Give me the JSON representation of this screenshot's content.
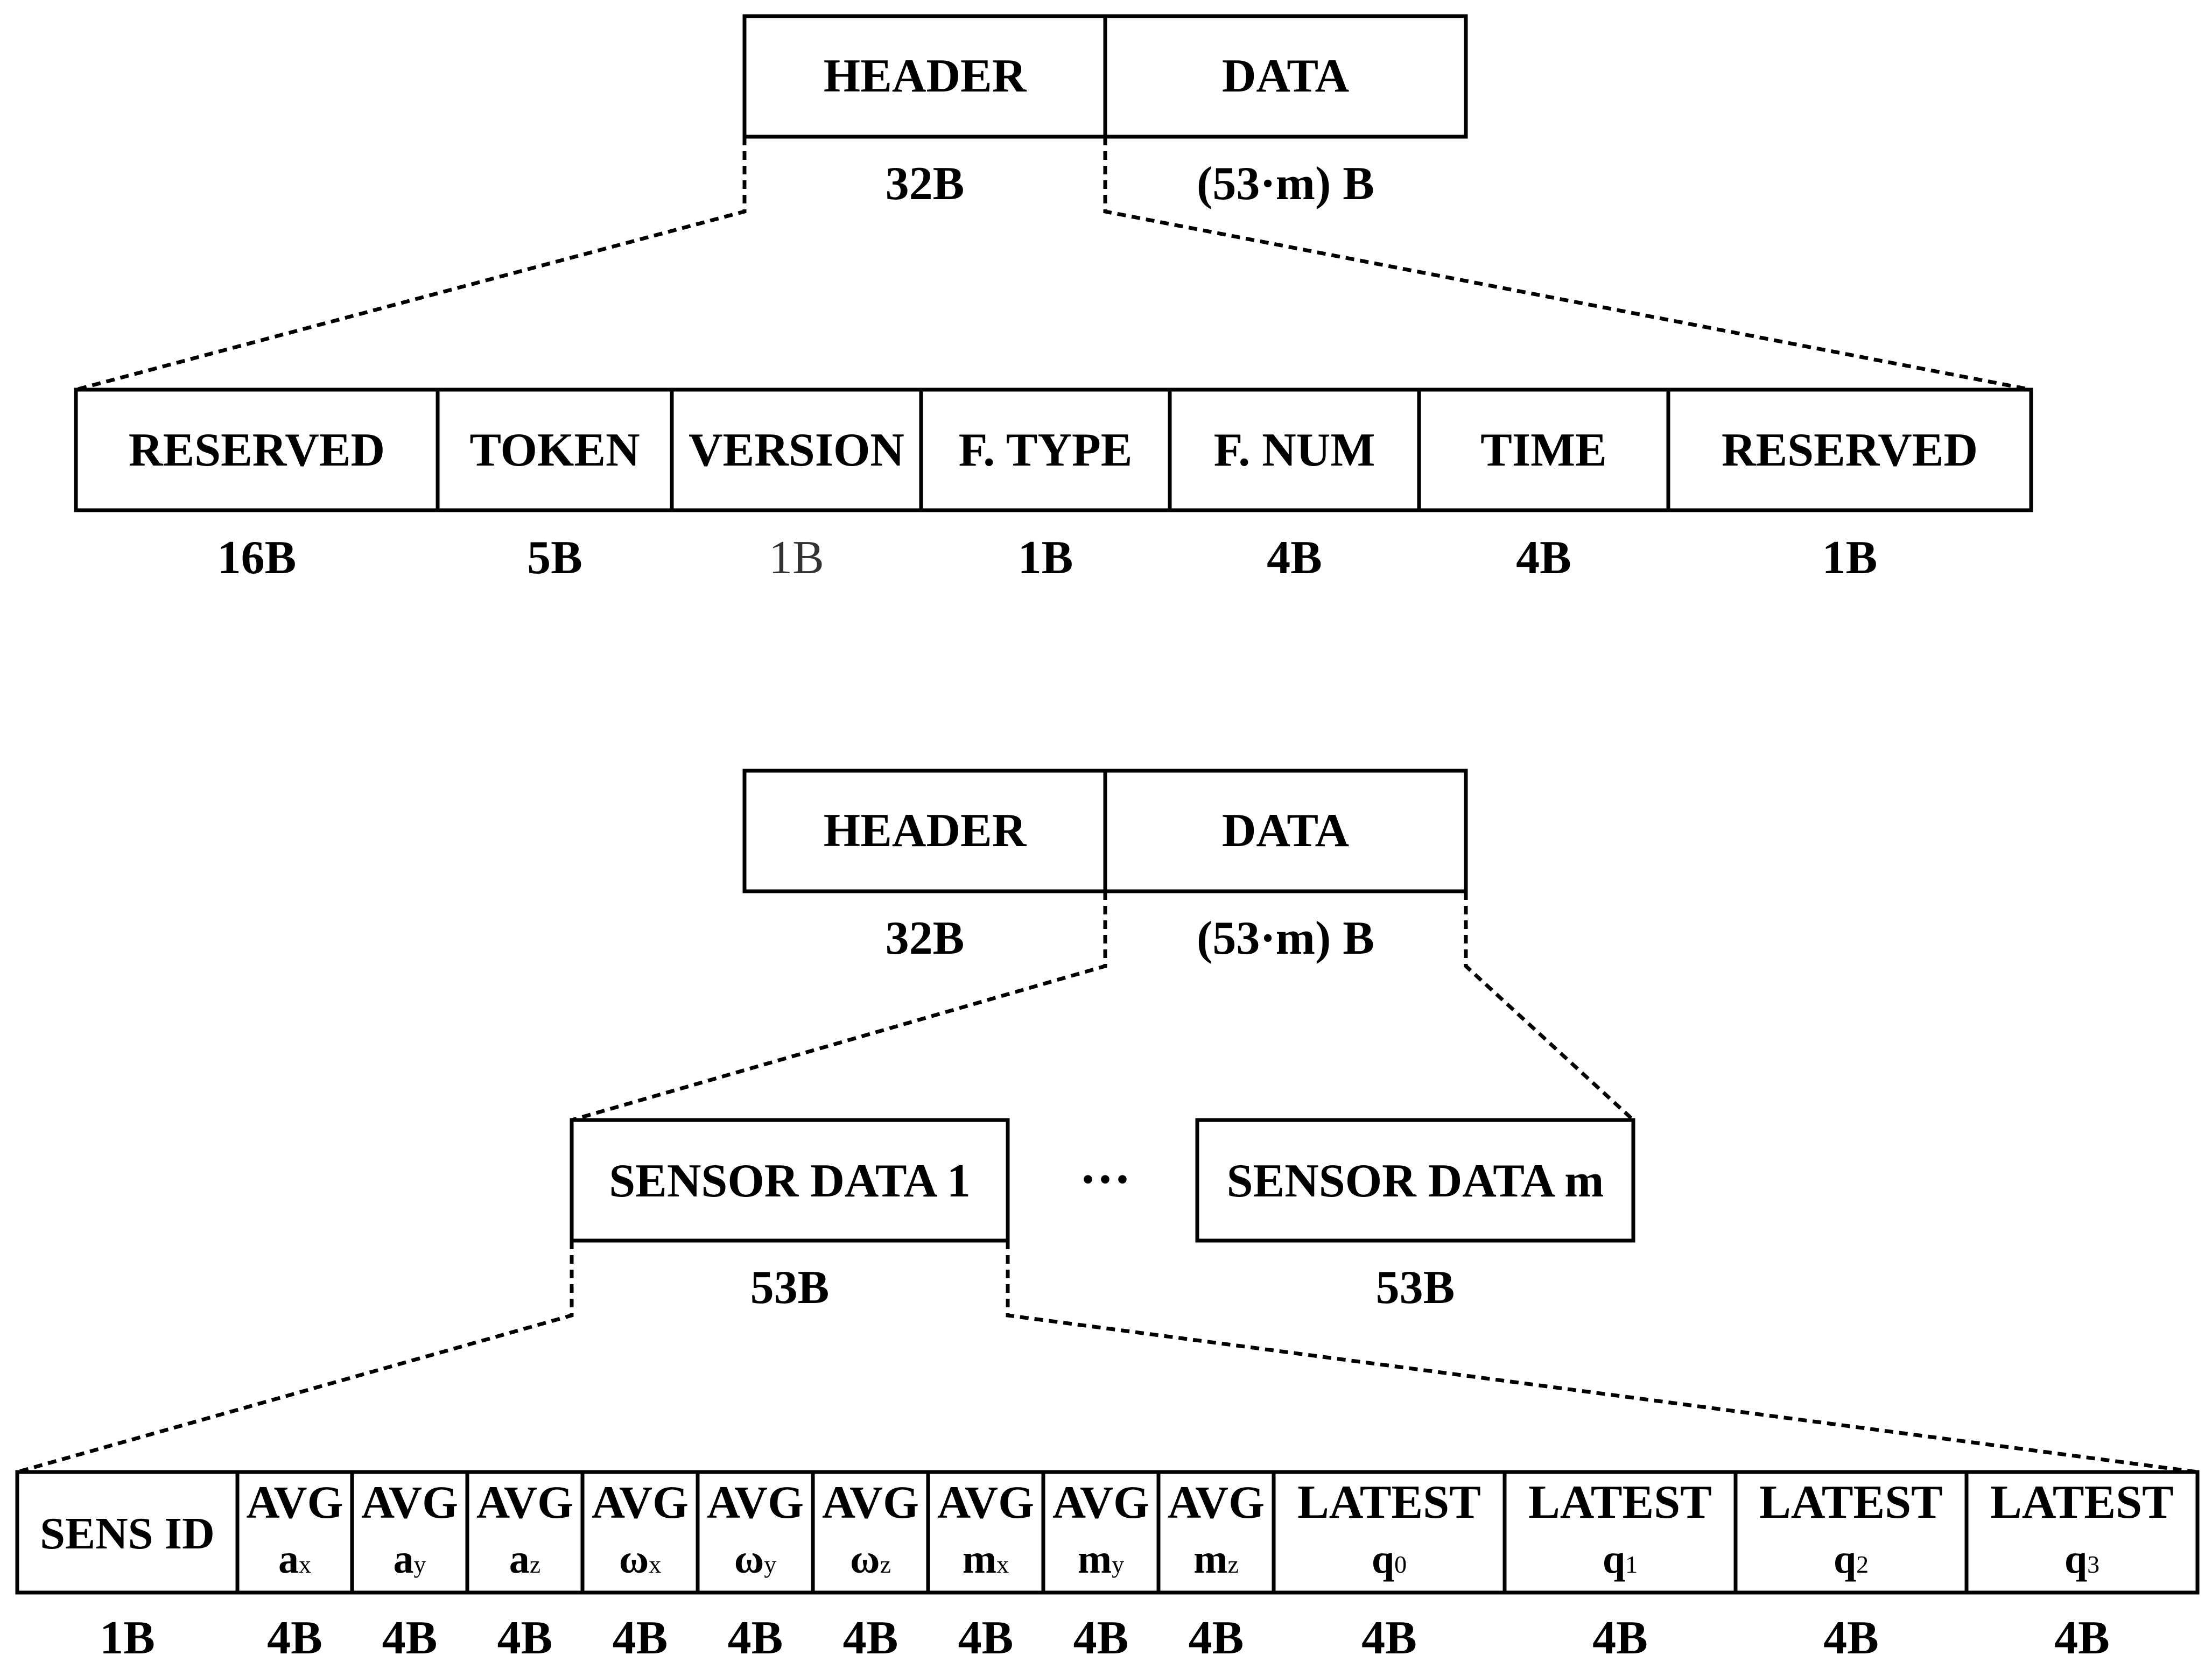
{
  "packet_top": {
    "header": {
      "label": "HEADER",
      "size": "32B"
    },
    "data": {
      "label": "DATA",
      "size": "(53·m) B"
    }
  },
  "header_fields": [
    {
      "label": "RESERVED",
      "size": "16B"
    },
    {
      "label": "TOKEN",
      "size": "5B"
    },
    {
      "label": "VERSION",
      "size": "1B"
    },
    {
      "label": "F. TYPE",
      "size": "1B"
    },
    {
      "label": "F. NUM",
      "size": "4B"
    },
    {
      "label": "TIME",
      "size": "4B"
    },
    {
      "label": "RESERVED",
      "size": "1B"
    }
  ],
  "packet_bottom": {
    "header": {
      "label": "HEADER",
      "size": "32B"
    },
    "data": {
      "label": "DATA",
      "size": "(53·m) B"
    }
  },
  "sensor_blocks": {
    "first": {
      "label": "SENSOR DATA 1",
      "size": "53B"
    },
    "ellipsis": "···",
    "last": {
      "label": "SENSOR DATA m",
      "size": "53B"
    }
  },
  "sensor_fields": [
    {
      "line1": "SENS ID",
      "line2": "",
      "sub": "",
      "size": "1B"
    },
    {
      "line1": "AVG",
      "line2": "a",
      "sub": "x",
      "size": "4B"
    },
    {
      "line1": "AVG",
      "line2": "a",
      "sub": "y",
      "size": "4B"
    },
    {
      "line1": "AVG",
      "line2": "a",
      "sub": "z",
      "size": "4B"
    },
    {
      "line1": "AVG",
      "line2": "ω",
      "sub": "x",
      "size": "4B"
    },
    {
      "line1": "AVG",
      "line2": "ω",
      "sub": "y",
      "size": "4B"
    },
    {
      "line1": "AVG",
      "line2": "ω",
      "sub": "z",
      "size": "4B"
    },
    {
      "line1": "AVG",
      "line2": "m",
      "sub": "x",
      "size": "4B"
    },
    {
      "line1": "AVG",
      "line2": "m",
      "sub": "y",
      "size": "4B"
    },
    {
      "line1": "AVG",
      "line2": "m",
      "sub": "z",
      "size": "4B"
    },
    {
      "line1": "LATEST",
      "line2": "q",
      "sub": "0",
      "size": "4B"
    },
    {
      "line1": "LATEST",
      "line2": "q",
      "sub": "1",
      "size": "4B"
    },
    {
      "line1": "LATEST",
      "line2": "q",
      "sub": "2",
      "size": "4B"
    },
    {
      "line1": "LATEST",
      "line2": "q",
      "sub": "3",
      "size": "4B"
    }
  ]
}
